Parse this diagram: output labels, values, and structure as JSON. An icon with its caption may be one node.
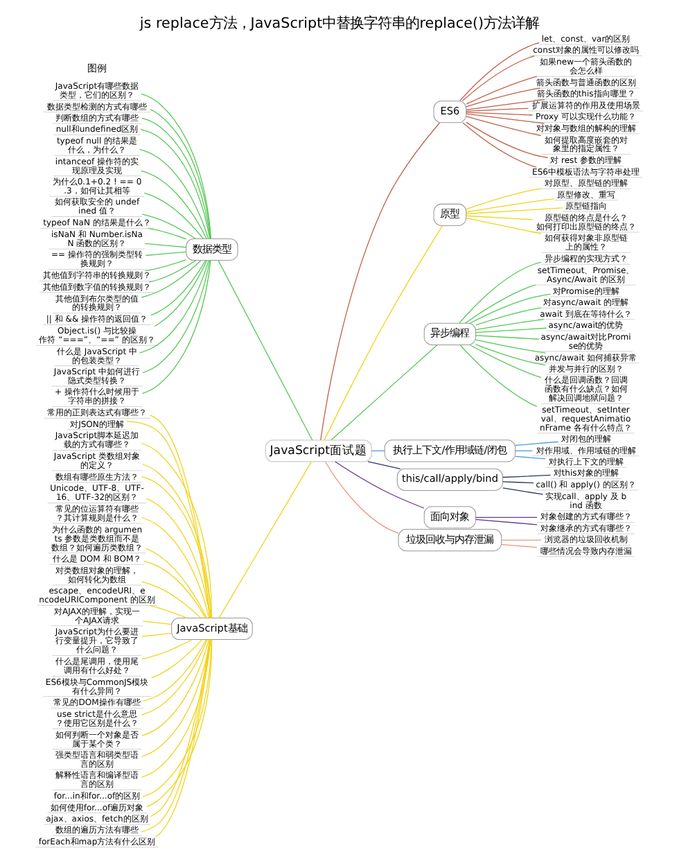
{
  "diagram": {
    "title": "js replace方法，JavaScript中替换字符串的replace()方法详解",
    "nodes": [
      {
        "text": [
          "JavaScript面试题"
        ]
      },
      {
        "text": [
          "数据类型"
        ]
      },
      {
        "text": [
          "JavaScript基础"
        ]
      },
      {
        "text": [
          "ES6"
        ]
      },
      {
        "text": [
          "原型"
        ]
      },
      {
        "text": [
          "异步编程"
        ]
      },
      {
        "text": [
          "执行上下文/作用域链/闭包"
        ]
      },
      {
        "text": [
          "this/call/apply/bind"
        ]
      },
      {
        "text": [
          "面向对象"
        ]
      },
      {
        "text": [
          "垃圾回收与内存泄漏"
        ]
      },
      {
        "text": [
          "JavaScript有哪些数据类型，它们的区别？"
        ]
      },
      {
        "text": [
          "数据类型检测的方式有哪些"
        ]
      },
      {
        "text": [
          "判断数组的方式有哪些"
        ]
      },
      {
        "text": [
          "null和undefined区别"
        ]
      },
      {
        "text": [
          "typeof null 的结果是什么，为什么？"
        ]
      },
      {
        "text": [
          "intanceof 操作符的实现原理及实现"
        ]
      },
      {
        "text": [
          "为什么0.1+0.2 ! == 0.3，如何让其相等"
        ]
      },
      {
        "text": [
          "如何获取安全的 undefined 值？"
        ]
      },
      {
        "text": [
          "typeof NaN 的结果是什么？"
        ]
      },
      {
        "text": [
          "isNaN 和 Number.isNaN 函数的区别？"
        ]
      },
      {
        "text": [
          "== 操作符的强制类型转换规则？"
        ]
      },
      {
        "text": [
          "其他值到字符串的转换规则？"
        ]
      },
      {
        "text": [
          "其他值到数字值的转换规则？"
        ]
      },
      {
        "text": [
          "其他值到布尔类型的值的转换规则？"
        ]
      },
      {
        "text": [
          "|| 和 && 操作符的返回值？"
        ]
      },
      {
        "text": [
          "Object.is() 与比较操作符 “===”、“==” 的区别？"
        ]
      },
      {
        "text": [
          "什么是 JavaScript 中的包装类型？"
        ]
      },
      {
        "text": [
          "JavaScript 中如何进行隐式类型转换？"
        ]
      },
      {
        "text": [
          "+ 操作符什么时候用于字符串的拼接？"
        ]
      },
      {
        "text": [
          "常用的正则表达式有哪些？"
        ]
      },
      {
        "text": [
          "对JSON的理解"
        ]
      },
      {
        "text": [
          "JavaScript脚本延迟加载的方式有哪些？"
        ]
      },
      {
        "text": [
          "JavaScript 类数组对象的定义？"
        ]
      },
      {
        "text": [
          "数组有哪些原生方法？"
        ]
      },
      {
        "text": [
          "Unicode、UTF-8、UTF-16、UTF-32的区别？"
        ]
      },
      {
        "text": [
          "常见的位运算符有哪些？其计算规则是什么？"
        ]
      },
      {
        "text": [
          "为什么函数的 arguments 参数是类数组而不是数组？如何遍历类数组？"
        ]
      },
      {
        "text": [
          "什么是 DOM 和 BOM？"
        ]
      },
      {
        "text": [
          "对类数组对象的理解，如何转化为数组"
        ]
      },
      {
        "text": [
          "escape、encodeURI、encodeURIComponent 的区别"
        ]
      },
      {
        "text": [
          "对AJAX的理解，实现一个AJAX请求"
        ]
      },
      {
        "text": [
          "JavaScript为什么要进行变量提升，它导致了什么问题？"
        ]
      },
      {
        "text": [
          "什么是尾调用，使用尾调用有什么好处？"
        ]
      },
      {
        "text": [
          "ES6模块与CommonJS模块有什么异同？"
        ]
      },
      {
        "text": [
          "常见的DOM操作有哪些"
        ]
      },
      {
        "text": [
          "use strict是什么意思？使用它区别是什么？"
        ]
      },
      {
        "text": [
          "如何判断一个对象是否属于某个类？"
        ]
      },
      {
        "text": [
          "强类型语言和弱类型语言的区别"
        ]
      },
      {
        "text": [
          "解释性语言和编译型语言的区别"
        ]
      },
      {
        "text": [
          "for...in和for...of的区别"
        ]
      },
      {
        "text": [
          "如何使用for...of遍历对象"
        ]
      },
      {
        "text": [
          "ajax、axios、fetch的区别"
        ]
      },
      {
        "text": [
          "数组的遍历方法有哪些"
        ]
      },
      {
        "text": [
          "forEach和map方法有什么区别"
        ]
      },
      {
        "text": [
          "let、const、var的区别"
        ]
      },
      {
        "text": [
          "const对象的属性可以修改吗"
        ]
      },
      {
        "text": [
          "如果new一个箭头函数的会怎么样"
        ]
      },
      {
        "text": [
          "箭头函数与普通函数的区别"
        ]
      },
      {
        "text": [
          "箭头函数的this指向哪里？"
        ]
      },
      {
        "text": [
          "扩展运算符的作用及使用场景"
        ]
      },
      {
        "text": [
          "Proxy 可以实现什么功能？"
        ]
      },
      {
        "text": [
          "对对象与数组的解构的理解"
        ]
      },
      {
        "text": [
          "如何提取高度嵌套的对象里的指定属性？"
        ]
      },
      {
        "text": [
          "对 rest 参数的理解"
        ]
      },
      {
        "text": [
          "ES6中模板语法与字符串处理"
        ]
      },
      {
        "text": [
          "对原型、原型链的理解"
        ]
      },
      {
        "text": [
          "原型修改、重写"
        ]
      },
      {
        "text": [
          "原型链指向"
        ]
      },
      {
        "text": [
          "原型链的终点是什么？如何打印出原型链的终点？"
        ]
      },
      {
        "text": [
          "如何获得对象非原型链上的属性？"
        ]
      },
      {
        "text": [
          "异步编程的实现方式？"
        ]
      },
      {
        "text": [
          "setTimeout、Promise、Async/Await 的区别"
        ]
      },
      {
        "text": [
          "对Promise的理解"
        ]
      },
      {
        "text": [
          "对async/await 的理解"
        ]
      },
      {
        "text": [
          "await 到底在等待什么？"
        ]
      },
      {
        "text": [
          "async/await的优势"
        ]
      },
      {
        "text": [
          "async/await对比Promise的优势"
        ]
      },
      {
        "text": [
          "async/await 如何捕获异常"
        ]
      },
      {
        "text": [
          "并发与并行的区别？"
        ]
      },
      {
        "text": [
          "什么是回调函数？回调函数有什么缺点？如何解决回调地狱问题？"
        ]
      },
      {
        "text": [
          "setTimeout、setInterval、requestAnimationFrame 各有什么特点？"
        ]
      },
      {
        "text": [
          "对闭包的理解"
        ]
      },
      {
        "text": [
          "对作用域、作用域链的理解"
        ]
      },
      {
        "text": [
          "对执行上下文的理解"
        ]
      },
      {
        "text": [
          "对this对象的理解"
        ]
      },
      {
        "text": [
          "call() 和 apply() 的区别？"
        ]
      },
      {
        "text": [
          "实现call、apply 及 bind 函数"
        ]
      },
      {
        "text": [
          "对象创建的方式有哪些？"
        ]
      },
      {
        "text": [
          "对象继承的方式有哪些？"
        ]
      },
      {
        "text": [
          "浏览器的垃圾回收机制"
        ]
      },
      {
        "text": [
          "哪些情况会导致内存泄漏"
        ]
      }
    ],
    "edges": [
      {
        "from": 0,
        "to": 1,
        "arrow": "none",
        "color": "#55c855"
      },
      {
        "from": 0,
        "to": 2,
        "arrow": "none",
        "color": "#f2d21b"
      },
      {
        "from": 0,
        "to": 3,
        "arrow": "none",
        "color": "#c0604a"
      },
      {
        "from": 0,
        "to": 4,
        "arrow": "none",
        "color": "#f2d21b"
      },
      {
        "from": 0,
        "to": 5,
        "arrow": "none",
        "color": "#55c855"
      },
      {
        "from": 0,
        "to": 6,
        "arrow": "none",
        "color": "#4f9ad8"
      },
      {
        "from": 0,
        "to": 7,
        "arrow": "none",
        "color": "#2a3560"
      },
      {
        "from": 0,
        "to": 8,
        "arrow": "none",
        "color": "#6a3a8a"
      },
      {
        "from": 0,
        "to": 9,
        "arrow": "none",
        "color": "#e8957a"
      },
      {
        "from": 1,
        "to": 10,
        "arrow": "none",
        "color": "#55c855"
      },
      {
        "from": 1,
        "to": 11,
        "arrow": "none",
        "color": "#55c855"
      },
      {
        "from": 1,
        "to": 12,
        "arrow": "none",
        "color": "#55c855"
      },
      {
        "from": 1,
        "to": 13,
        "arrow": "none",
        "color": "#55c855"
      },
      {
        "from": 1,
        "to": 14,
        "arrow": "none",
        "color": "#55c855"
      },
      {
        "from": 1,
        "to": 15,
        "arrow": "none",
        "color": "#55c855"
      },
      {
        "from": 1,
        "to": 16,
        "arrow": "none",
        "color": "#55c855"
      },
      {
        "from": 1,
        "to": 17,
        "arrow": "none",
        "color": "#55c855"
      },
      {
        "from": 1,
        "to": 18,
        "arrow": "none",
        "color": "#55c855"
      },
      {
        "from": 1,
        "to": 19,
        "arrow": "none",
        "color": "#55c855"
      },
      {
        "from": 1,
        "to": 20,
        "arrow": "none",
        "color": "#55c855"
      },
      {
        "from": 1,
        "to": 21,
        "arrow": "none",
        "color": "#55c855"
      },
      {
        "from": 1,
        "to": 22,
        "arrow": "none",
        "color": "#55c855"
      },
      {
        "from": 1,
        "to": 23,
        "arrow": "none",
        "color": "#55c855"
      },
      {
        "from": 1,
        "to": 24,
        "arrow": "none",
        "color": "#55c855"
      },
      {
        "from": 1,
        "to": 25,
        "arrow": "none",
        "color": "#55c855"
      },
      {
        "from": 1,
        "to": 26,
        "arrow": "none",
        "color": "#55c855"
      },
      {
        "from": 1,
        "to": 27,
        "arrow": "none",
        "color": "#55c855"
      },
      {
        "from": 1,
        "to": 28,
        "arrow": "none",
        "color": "#55c855"
      },
      {
        "from": 2,
        "to": 29,
        "arrow": "none",
        "color": "#f2d21b"
      },
      {
        "from": 2,
        "to": 30,
        "arrow": "none",
        "color": "#f2d21b"
      },
      {
        "from": 2,
        "to": 31,
        "arrow": "none",
        "color": "#f2d21b"
      },
      {
        "from": 2,
        "to": 32,
        "arrow": "none",
        "color": "#f2d21b"
      },
      {
        "from": 2,
        "to": 33,
        "arrow": "none",
        "color": "#f2d21b"
      },
      {
        "from": 2,
        "to": 34,
        "arrow": "none",
        "color": "#f2d21b"
      },
      {
        "from": 2,
        "to": 35,
        "arrow": "none",
        "color": "#f2d21b"
      },
      {
        "from": 2,
        "to": 36,
        "arrow": "none",
        "color": "#f2d21b"
      },
      {
        "from": 2,
        "to": 37,
        "arrow": "none",
        "color": "#f2d21b"
      },
      {
        "from": 2,
        "to": 38,
        "arrow": "none",
        "color": "#f2d21b"
      },
      {
        "from": 2,
        "to": 39,
        "arrow": "none",
        "color": "#f2d21b"
      },
      {
        "from": 2,
        "to": 40,
        "arrow": "none",
        "color": "#f2d21b"
      },
      {
        "from": 2,
        "to": 41,
        "arrow": "none",
        "color": "#f2d21b"
      },
      {
        "from": 2,
        "to": 42,
        "arrow": "none",
        "color": "#f2d21b"
      },
      {
        "from": 2,
        "to": 43,
        "arrow": "none",
        "color": "#f2d21b"
      },
      {
        "from": 2,
        "to": 44,
        "arrow": "none",
        "color": "#f2d21b"
      },
      {
        "from": 2,
        "to": 45,
        "arrow": "none",
        "color": "#f2d21b"
      },
      {
        "from": 2,
        "to": 46,
        "arrow": "none",
        "color": "#f2d21b"
      },
      {
        "from": 2,
        "to": 47,
        "arrow": "none",
        "color": "#f2d21b"
      },
      {
        "from": 2,
        "to": 48,
        "arrow": "none",
        "color": "#f2d21b"
      },
      {
        "from": 2,
        "to": 49,
        "arrow": "none",
        "color": "#f2d21b"
      },
      {
        "from": 2,
        "to": 50,
        "arrow": "none",
        "color": "#f2d21b"
      },
      {
        "from": 2,
        "to": 51,
        "arrow": "none",
        "color": "#f2d21b"
      },
      {
        "from": 2,
        "to": 52,
        "arrow": "none",
        "color": "#f2d21b"
      },
      {
        "from": 2,
        "to": 53,
        "arrow": "none",
        "color": "#f2d21b"
      },
      {
        "from": 3,
        "to": 54,
        "arrow": "none",
        "color": "#c0604a"
      },
      {
        "from": 3,
        "to": 55,
        "arrow": "none",
        "color": "#c0604a"
      },
      {
        "from": 3,
        "to": 56,
        "arrow": "none",
        "color": "#c0604a"
      },
      {
        "from": 3,
        "to": 57,
        "arrow": "none",
        "color": "#c0604a"
      },
      {
        "from": 3,
        "to": 58,
        "arrow": "none",
        "color": "#c0604a"
      },
      {
        "from": 3,
        "to": 59,
        "arrow": "none",
        "color": "#c0604a"
      },
      {
        "from": 3,
        "to": 60,
        "arrow": "none",
        "color": "#c0604a"
      },
      {
        "from": 3,
        "to": 61,
        "arrow": "none",
        "color": "#c0604a"
      },
      {
        "from": 3,
        "to": 62,
        "arrow": "none",
        "color": "#c0604a"
      },
      {
        "from": 3,
        "to": 63,
        "arrow": "none",
        "color": "#c0604a"
      },
      {
        "from": 3,
        "to": 64,
        "arrow": "none",
        "color": "#c0604a"
      },
      {
        "from": 4,
        "to": 65,
        "arrow": "none",
        "color": "#f2d21b"
      },
      {
        "from": 4,
        "to": 66,
        "arrow": "none",
        "color": "#f2d21b"
      },
      {
        "from": 4,
        "to": 67,
        "arrow": "none",
        "color": "#f2d21b"
      },
      {
        "from": 4,
        "to": 68,
        "arrow": "none",
        "color": "#f2d21b"
      },
      {
        "from": 4,
        "to": 69,
        "arrow": "none",
        "color": "#f2d21b"
      },
      {
        "from": 5,
        "to": 70,
        "arrow": "none",
        "color": "#55c855"
      },
      {
        "from": 5,
        "to": 71,
        "arrow": "none",
        "color": "#55c855"
      },
      {
        "from": 5,
        "to": 72,
        "arrow": "none",
        "color": "#55c855"
      },
      {
        "from": 5,
        "to": 73,
        "arrow": "none",
        "color": "#55c855"
      },
      {
        "from": 5,
        "to": 74,
        "arrow": "none",
        "color": "#55c855"
      },
      {
        "from": 5,
        "to": 75,
        "arrow": "none",
        "color": "#55c855"
      },
      {
        "from": 5,
        "to": 76,
        "arrow": "none",
        "color": "#55c855"
      },
      {
        "from": 5,
        "to": 77,
        "arrow": "none",
        "color": "#55c855"
      },
      {
        "from": 5,
        "to": 78,
        "arrow": "none",
        "color": "#55c855"
      },
      {
        "from": 5,
        "to": 79,
        "arrow": "none",
        "color": "#55c855"
      },
      {
        "from": 5,
        "to": 80,
        "arrow": "none",
        "color": "#55c855"
      },
      {
        "from": 6,
        "to": 81,
        "arrow": "none",
        "color": "#4f9ad8"
      },
      {
        "from": 6,
        "to": 82,
        "arrow": "none",
        "color": "#4f9ad8"
      },
      {
        "from": 6,
        "to": 83,
        "arrow": "none",
        "color": "#4f9ad8"
      },
      {
        "from": 7,
        "to": 84,
        "arrow": "none",
        "color": "#2a3560"
      },
      {
        "from": 7,
        "to": 85,
        "arrow": "none",
        "color": "#2a3560"
      },
      {
        "from": 7,
        "to": 86,
        "arrow": "none",
        "color": "#2a3560"
      },
      {
        "from": 8,
        "to": 87,
        "arrow": "none",
        "color": "#6a3a8a"
      },
      {
        "from": 8,
        "to": 88,
        "arrow": "none",
        "color": "#6a3a8a"
      },
      {
        "from": 9,
        "to": 89,
        "arrow": "none",
        "color": "#e8957a"
      },
      {
        "from": 9,
        "to": 90,
        "arrow": "none",
        "color": "#e8957a"
      }
    ],
    "labels": [
      "图例"
    ]
  }
}
